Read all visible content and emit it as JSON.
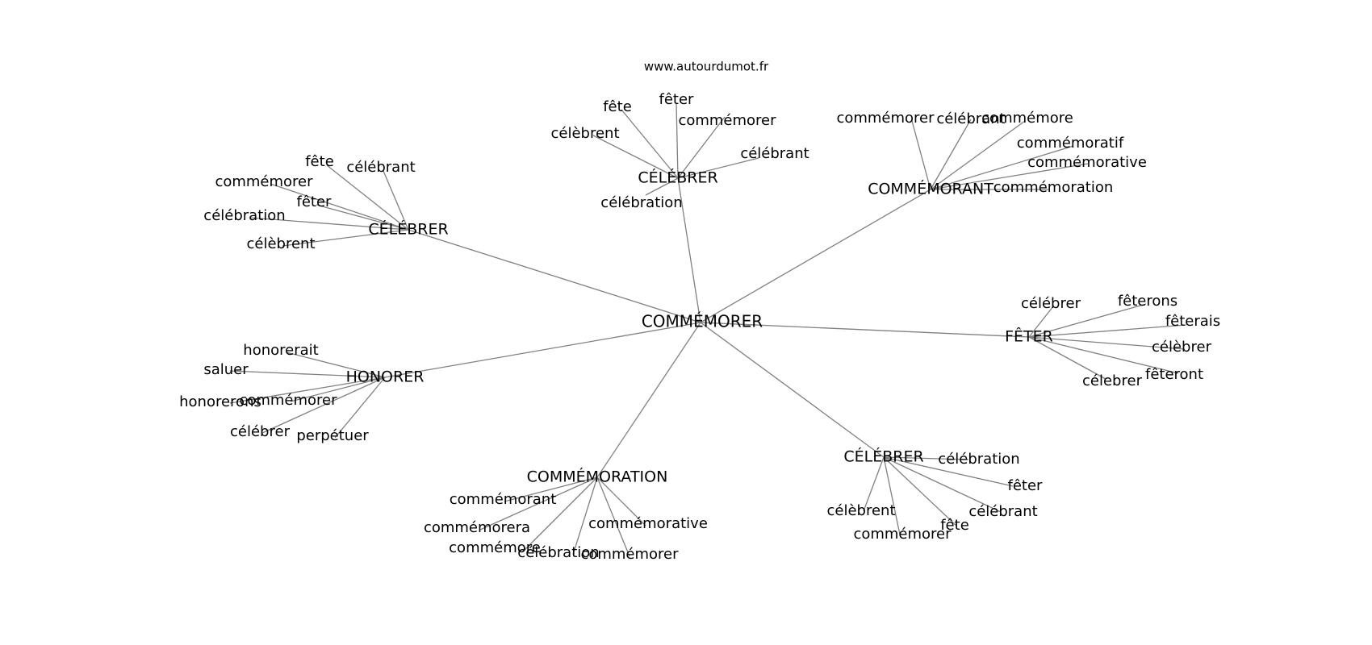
{
  "source_label": "www.autourdumot.fr",
  "center_word": "COMMÉMORER",
  "clusters": [
    {
      "hub": "CÉLÉBRER",
      "leaves": [
        "fête",
        "fêter",
        "commémorer",
        "célèbrent",
        "célébrant",
        "célébration"
      ]
    },
    {
      "hub": "COMMÉMORANT",
      "leaves": [
        "commémorer",
        "célébrant",
        "commémore",
        "commémoratif",
        "commémorative",
        "commémoration"
      ]
    },
    {
      "hub": "CÉLÉBRER",
      "leaves": [
        "fête",
        "célébrant",
        "commémorer",
        "fêter",
        "célébration",
        "célèbrent"
      ]
    },
    {
      "hub": "FÊTER",
      "leaves": [
        "célébrer",
        "fêterons",
        "fêterais",
        "célèbrer",
        "fêteront",
        "célebrer"
      ]
    },
    {
      "hub": "HONORER",
      "leaves": [
        "honorerait",
        "saluer",
        "honorerons",
        "commémorer",
        "célébrer",
        "perpétuer"
      ]
    },
    {
      "hub": "COMMÉMORATION",
      "leaves": [
        "commémorant",
        "commémorera",
        "commémore",
        "célébration",
        "commémorative",
        "commémorer"
      ]
    },
    {
      "hub": "CÉLÉBRER",
      "leaves": [
        "célébration",
        "fêter",
        "célèbrent",
        "célébrant",
        "commémorer",
        "fête"
      ]
    }
  ]
}
